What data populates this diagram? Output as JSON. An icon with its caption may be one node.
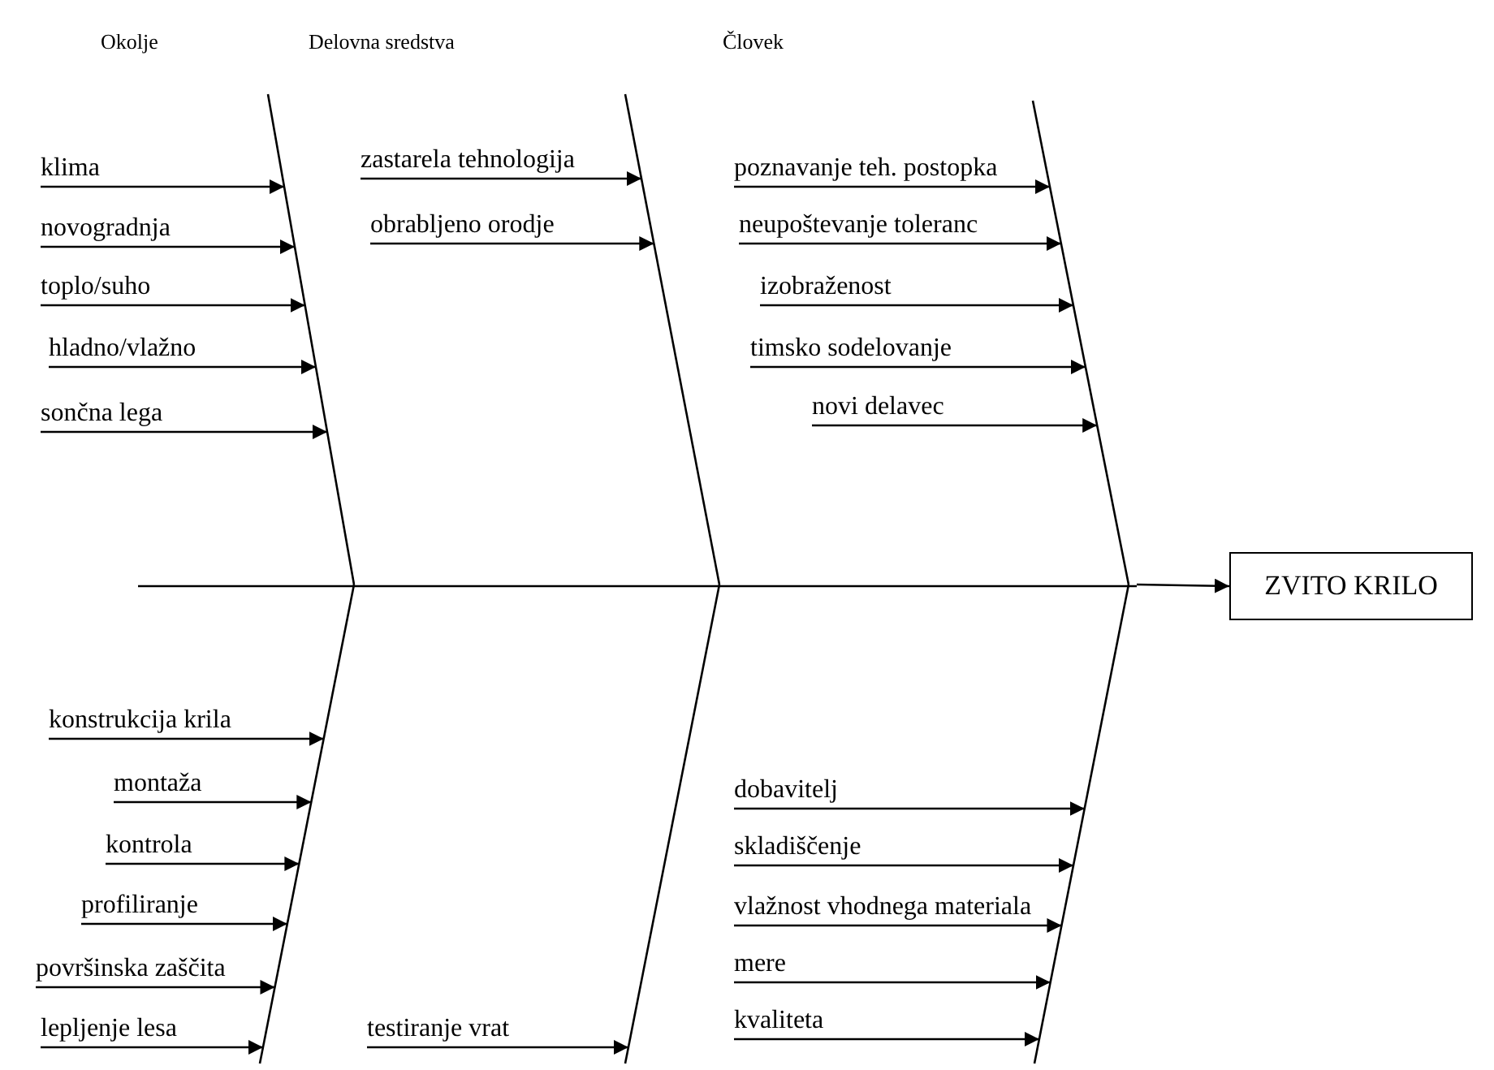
{
  "diagram": {
    "nodes": [
      {
        "text": [],
        "shape": "line"
      },
      {
        "text": [],
        "shape": "line"
      },
      {
        "text": [],
        "shape": "line"
      },
      {
        "text": [],
        "shape": "line"
      },
      {
        "text": [],
        "shape": "line"
      },
      {
        "text": [],
        "shape": "line"
      },
      {
        "text": [],
        "shape": "line"
      },
      {
        "text": [
          "ZVITO KRILO"
        ]
      },
      {
        "text": [
          "klima"
        ]
      },
      {
        "text": [
          "novogradnja"
        ]
      },
      {
        "text": [
          "toplo/suho"
        ]
      },
      {
        "text": [
          "hladno/vlažno"
        ]
      },
      {
        "text": [
          "sončna lega"
        ]
      },
      {
        "text": [
          "zastarela tehnologija"
        ]
      },
      {
        "text": [
          "obrabljeno orodje"
        ]
      },
      {
        "text": [
          "poznavanje teh. postopka"
        ]
      },
      {
        "text": [
          "neupoštevanje toleranc"
        ]
      },
      {
        "text": [
          "izobraženost"
        ]
      },
      {
        "text": [
          "timsko sodelovanje"
        ]
      },
      {
        "text": [
          "novi delavec"
        ]
      },
      {
        "text": [
          "konstrukcija krila"
        ]
      },
      {
        "text": [
          "montaža"
        ]
      },
      {
        "text": [
          "kontrola"
        ]
      },
      {
        "text": [
          "profiliranje"
        ]
      },
      {
        "text": [
          "površinska zaščita"
        ]
      },
      {
        "text": [
          "lepljenje lesa"
        ]
      },
      {
        "text": [
          "testiranje vrat"
        ]
      },
      {
        "text": [
          "dobavitelj"
        ]
      },
      {
        "text": [
          "skladiščenje"
        ]
      },
      {
        "text": [
          "vlažnost vhodnega materiala"
        ]
      },
      {
        "text": [
          "mere"
        ]
      },
      {
        "text": [
          "kvaliteta"
        ]
      }
    ],
    "edges": [
      {
        "from": 6,
        "to": 7,
        "arrow": "to"
      },
      {
        "from": 8,
        "to": 0,
        "arrow": "to"
      },
      {
        "from": 9,
        "to": 0,
        "arrow": "to"
      },
      {
        "from": 10,
        "to": 0,
        "arrow": "to"
      },
      {
        "from": 11,
        "to": 0,
        "arrow": "to"
      },
      {
        "from": 12,
        "to": 0,
        "arrow": "to"
      },
      {
        "from": 13,
        "to": 1,
        "arrow": "to"
      },
      {
        "from": 14,
        "to": 1,
        "arrow": "to"
      },
      {
        "from": 15,
        "to": 2,
        "arrow": "to"
      },
      {
        "from": 16,
        "to": 2,
        "arrow": "to"
      },
      {
        "from": 17,
        "to": 2,
        "arrow": "to"
      },
      {
        "from": 18,
        "to": 2,
        "arrow": "to"
      },
      {
        "from": 19,
        "to": 2,
        "arrow": "to"
      },
      {
        "from": 20,
        "to": 3,
        "arrow": "to"
      },
      {
        "from": 21,
        "to": 3,
        "arrow": "to"
      },
      {
        "from": 22,
        "to": 3,
        "arrow": "to"
      },
      {
        "from": 23,
        "to": 3,
        "arrow": "to"
      },
      {
        "from": 24,
        "to": 3,
        "arrow": "to"
      },
      {
        "from": 25,
        "to": 3,
        "arrow": "to"
      },
      {
        "from": 26,
        "to": 4,
        "arrow": "to"
      },
      {
        "from": 27,
        "to": 5,
        "arrow": "to"
      },
      {
        "from": 28,
        "to": 5,
        "arrow": "to"
      },
      {
        "from": 29,
        "to": 5,
        "arrow": "to"
      },
      {
        "from": 30,
        "to": 5,
        "arrow": "to"
      },
      {
        "from": 31,
        "to": 5,
        "arrow": "to"
      }
    ],
    "labels": [
      "Okolje",
      "Delovna sredstva",
      "Človek"
    ]
  }
}
